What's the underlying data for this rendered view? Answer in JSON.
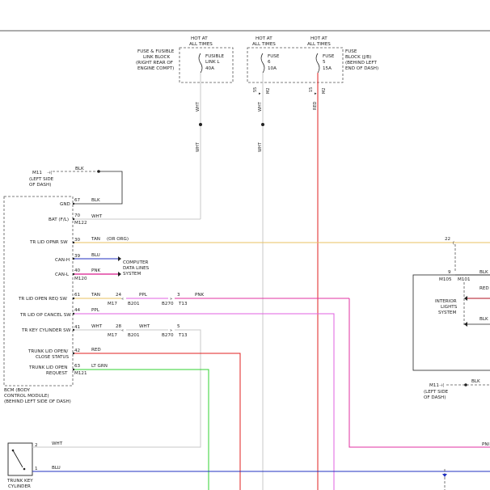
{
  "power": {
    "fusible_link": {
      "hot": "HOT AT",
      "hot2": "ALL TIMES",
      "name": "FUSIBLE",
      "name2": "LINK L",
      "amps": "40A",
      "loc": [
        "FUSE & FUSIBLE",
        "LINK BLOCK",
        "(RIGHT REAR OF",
        "ENGINE COMPT)"
      ]
    },
    "fuse6": {
      "hot": "HOT AT",
      "hot2": "ALL TIMES",
      "name": "FUSE",
      "num": "6",
      "amps": "10A",
      "term": "55",
      "conn": "M2"
    },
    "fuse5": {
      "hot": "HOT AT",
      "hot2": "ALL TIMES",
      "name": "FUSE",
      "num": "5",
      "amps": "15A",
      "term": "15",
      "conn": "M2",
      "loc": [
        "FUSE",
        "BLOCK (J/B)",
        "(BEHIND LEFT",
        "END OF DASH)"
      ]
    }
  },
  "wires": {
    "wht": "WHT",
    "red": "RED",
    "blk": "BLK",
    "tan": "TAN",
    "tan_or_org": "(OR ORG)",
    "blu": "BLU",
    "pnk": "PNK",
    "ppl": "PPL",
    "lt_grn": "LT GRN",
    "pni": "PNI"
  },
  "ground_m11": {
    "conn": "M11",
    "loc": [
      "(LEFT SIDE",
      "OF DASH)"
    ]
  },
  "bcm": {
    "name": [
      "BCM (BODY",
      "CONTROL MODULE)",
      "(BEHIND LEFT SIDE OF DASH)"
    ],
    "pins": {
      "gnd": {
        "label": "GND",
        "num": "67"
      },
      "bat": {
        "label": "BAT (F/L)",
        "num": "70",
        "conn": "M122"
      },
      "tr_lid_opnr": {
        "label": "TR LID OPNR SW",
        "num": "30"
      },
      "can_h": {
        "label": "CAN-H",
        "num": "39"
      },
      "can_l": {
        "label": "CAN-L",
        "num": "40",
        "conn": "M120"
      },
      "tr_lid_open_req": {
        "label": "TR LID OPEN REQ SW",
        "num": "61"
      },
      "tr_lid_cancel": {
        "label": "TR LID OP CANCEL SW",
        "num": "44"
      },
      "tr_key_cyl": {
        "label": "TR KEY CYLINDER SW",
        "num": "41"
      },
      "trunk_status": {
        "label": "TRUNK LID OPEN/",
        "label2": "CLOSE STATUS",
        "num": "42"
      },
      "trunk_open_req": {
        "label": "TRUNK LID OPEN",
        "label2": "REQUEST",
        "num": "63",
        "conn": "M121"
      }
    }
  },
  "computer_data": [
    "COMPUTER",
    "DATA LINES",
    "SYSTEM"
  ],
  "connectors": {
    "c24": "24",
    "m17a": "M17",
    "b201a": "B201",
    "c3": "3",
    "b270a": "B270",
    "t13a": "T13",
    "c28": "28",
    "m17b": "M17",
    "b201b": "B201",
    "c5": "5",
    "b270b": "B270",
    "t13b": "T13",
    "c22": "22",
    "c9": "9",
    "m105": "M105",
    "m101": "M101"
  },
  "interior": {
    "label": [
      "INTERIOR",
      "LIGHTS",
      "SYSTEM"
    ]
  },
  "ground_m11b": {
    "conn": "M11",
    "loc": [
      "(LEFT SIDE",
      "OF DASH)"
    ]
  },
  "trunk_key": {
    "label": [
      "TRUNK KEY",
      "CYLINDER"
    ],
    "pin2": "2",
    "pin1": "1"
  }
}
